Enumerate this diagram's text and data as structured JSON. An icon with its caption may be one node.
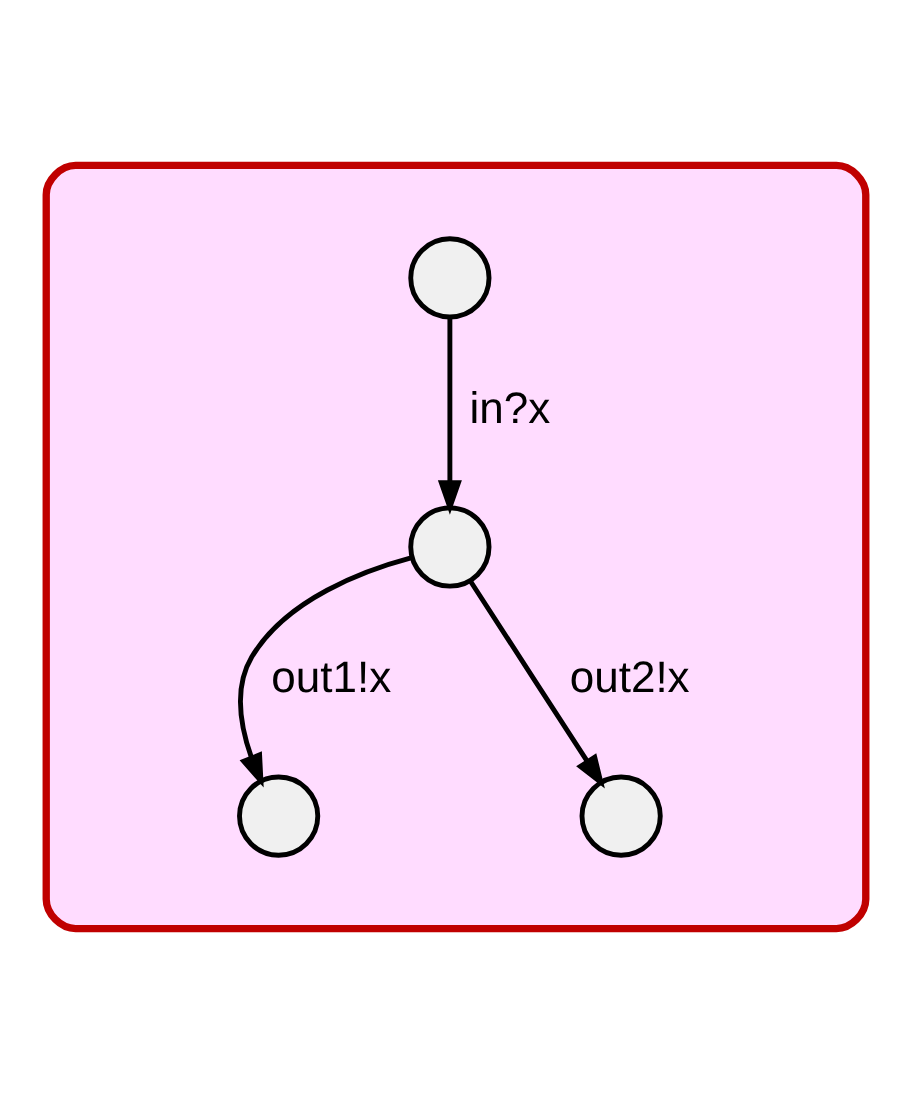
{
  "diagram": {
    "nodes": [
      {
        "text": [],
        "shape": "box"
      },
      {
        "text": [],
        "shape": "circle",
        "in": 0
      },
      {
        "text": [],
        "shape": "circle",
        "in": 0
      },
      {
        "text": [],
        "shape": "circle",
        "in": 0
      },
      {
        "text": [],
        "shape": "circle",
        "in": 0
      }
    ],
    "edges": [
      {
        "from": 1,
        "to": 2,
        "arrow": "to",
        "label": "in?x"
      },
      {
        "from": 2,
        "to": 3,
        "arrow": "to",
        "label": "out1!x"
      },
      {
        "from": 2,
        "to": 4,
        "arrow": "to",
        "label": "out2!x"
      }
    ]
  }
}
